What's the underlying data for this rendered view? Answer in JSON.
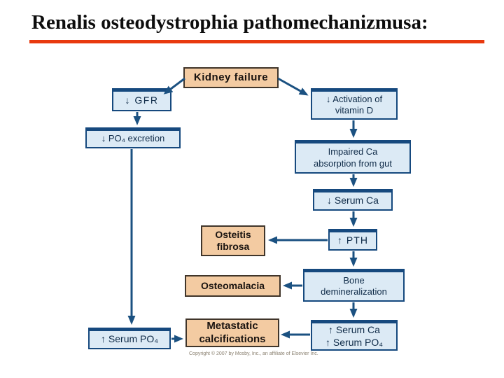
{
  "title": "Renalis osteodystrophia pathomechanizmusa:",
  "colors": {
    "title_rule_red": "#e8390e",
    "arrow_navy": "#1b5181",
    "blue_box_fill": "#dceaf5",
    "blue_box_border": "#16497e",
    "peach_box_fill": "#f3cba2",
    "peach_box_border": "#40352a"
  },
  "diagram": {
    "nodes": {
      "kidney_failure": {
        "label": "Kidney failure"
      },
      "gfr": {
        "label": "↓ GFR"
      },
      "vitamin_d": {
        "line1": "↓ Activation of",
        "line2": "vitamin D"
      },
      "po4_excretion": {
        "label": "↓ PO₄ excretion"
      },
      "impaired_ca": {
        "line1": "Impaired Ca",
        "line2": "absorption from gut"
      },
      "serum_ca": {
        "label": "↓ Serum Ca"
      },
      "pth": {
        "label": "↑ PTH"
      },
      "osteitis_fibrosa": {
        "line1": "Osteitis",
        "line2": "fibrosa"
      },
      "osteomalacia": {
        "label": "Osteomalacia"
      },
      "bone_demineralization": {
        "line1": "Bone",
        "line2": "demineralization"
      },
      "serum_po4": {
        "label": "↑ Serum PO₄"
      },
      "metastatic_calcifications": {
        "line1": "Metastatic",
        "line2": "calcifications"
      },
      "serum_ca_po4": {
        "line1": "↑ Serum Ca",
        "line2": "↑ Serum PO₄"
      }
    },
    "edges": [
      {
        "from": "kidney_failure",
        "to": "gfr"
      },
      {
        "from": "kidney_failure",
        "to": "vitamin_d"
      },
      {
        "from": "gfr",
        "to": "po4_excretion"
      },
      {
        "from": "vitamin_d",
        "to": "impaired_ca"
      },
      {
        "from": "impaired_ca",
        "to": "serum_ca"
      },
      {
        "from": "serum_ca",
        "to": "pth"
      },
      {
        "from": "pth",
        "to": "osteitis_fibrosa"
      },
      {
        "from": "pth",
        "to": "bone_demineralization"
      },
      {
        "from": "bone_demineralization",
        "to": "osteomalacia"
      },
      {
        "from": "bone_demineralization",
        "to": "serum_ca_po4"
      },
      {
        "from": "po4_excretion",
        "to": "serum_po4"
      },
      {
        "from": "serum_po4",
        "to": "metastatic_calcifications"
      },
      {
        "from": "serum_ca_po4",
        "to": "metastatic_calcifications"
      }
    ],
    "copyright": "Copyright © 2007 by Mosby, Inc., an affiliate of Elsevier Inc."
  }
}
